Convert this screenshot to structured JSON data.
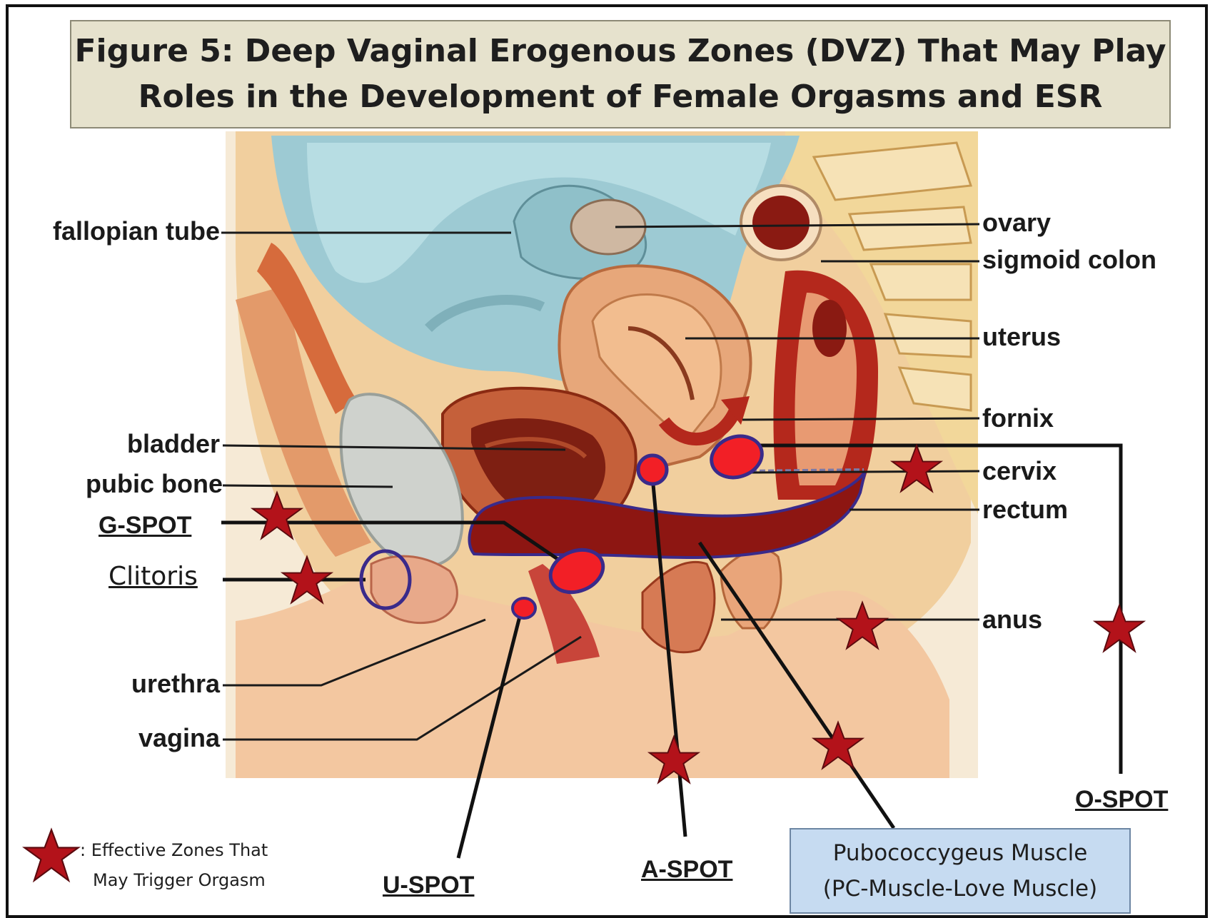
{
  "title": {
    "line1": "Figure 5: Deep Vaginal Erogenous Zones (DVZ) That May Play",
    "line2": "Roles in the Development of Female Orgasms and ESR"
  },
  "labels": {
    "fallopian_tube": "fallopian tube",
    "ovary": "ovary",
    "sigmoid_colon": "sigmoid colon",
    "uterus": "uterus",
    "fornix": "fornix",
    "bladder": "bladder",
    "cervix": "cervix",
    "pubic_bone": "pubic bone",
    "rectum": "rectum",
    "anus": "anus",
    "urethra": "urethra",
    "vagina": "vagina"
  },
  "spots": {
    "g_spot": "G-SPOT",
    "clitoris": "Clitoris",
    "o_spot": "O-SPOT",
    "u_spot": "U-SPOT",
    "a_spot": "A-SPOT"
  },
  "pc_box": {
    "line1": "Pubococcygeus Muscle",
    "line2": "(PC-Muscle-Love Muscle)"
  },
  "legend": {
    "line1": ": Effective Zones That",
    "line2": "May Trigger Orgasm",
    "icon": "star-icon"
  },
  "colors": {
    "star": "#b3121a",
    "spot_fill": "#f21f26",
    "spot_outline": "#3a2a8a",
    "title_box": "#e6e2cd",
    "pc_box": "#c6dbf1"
  }
}
